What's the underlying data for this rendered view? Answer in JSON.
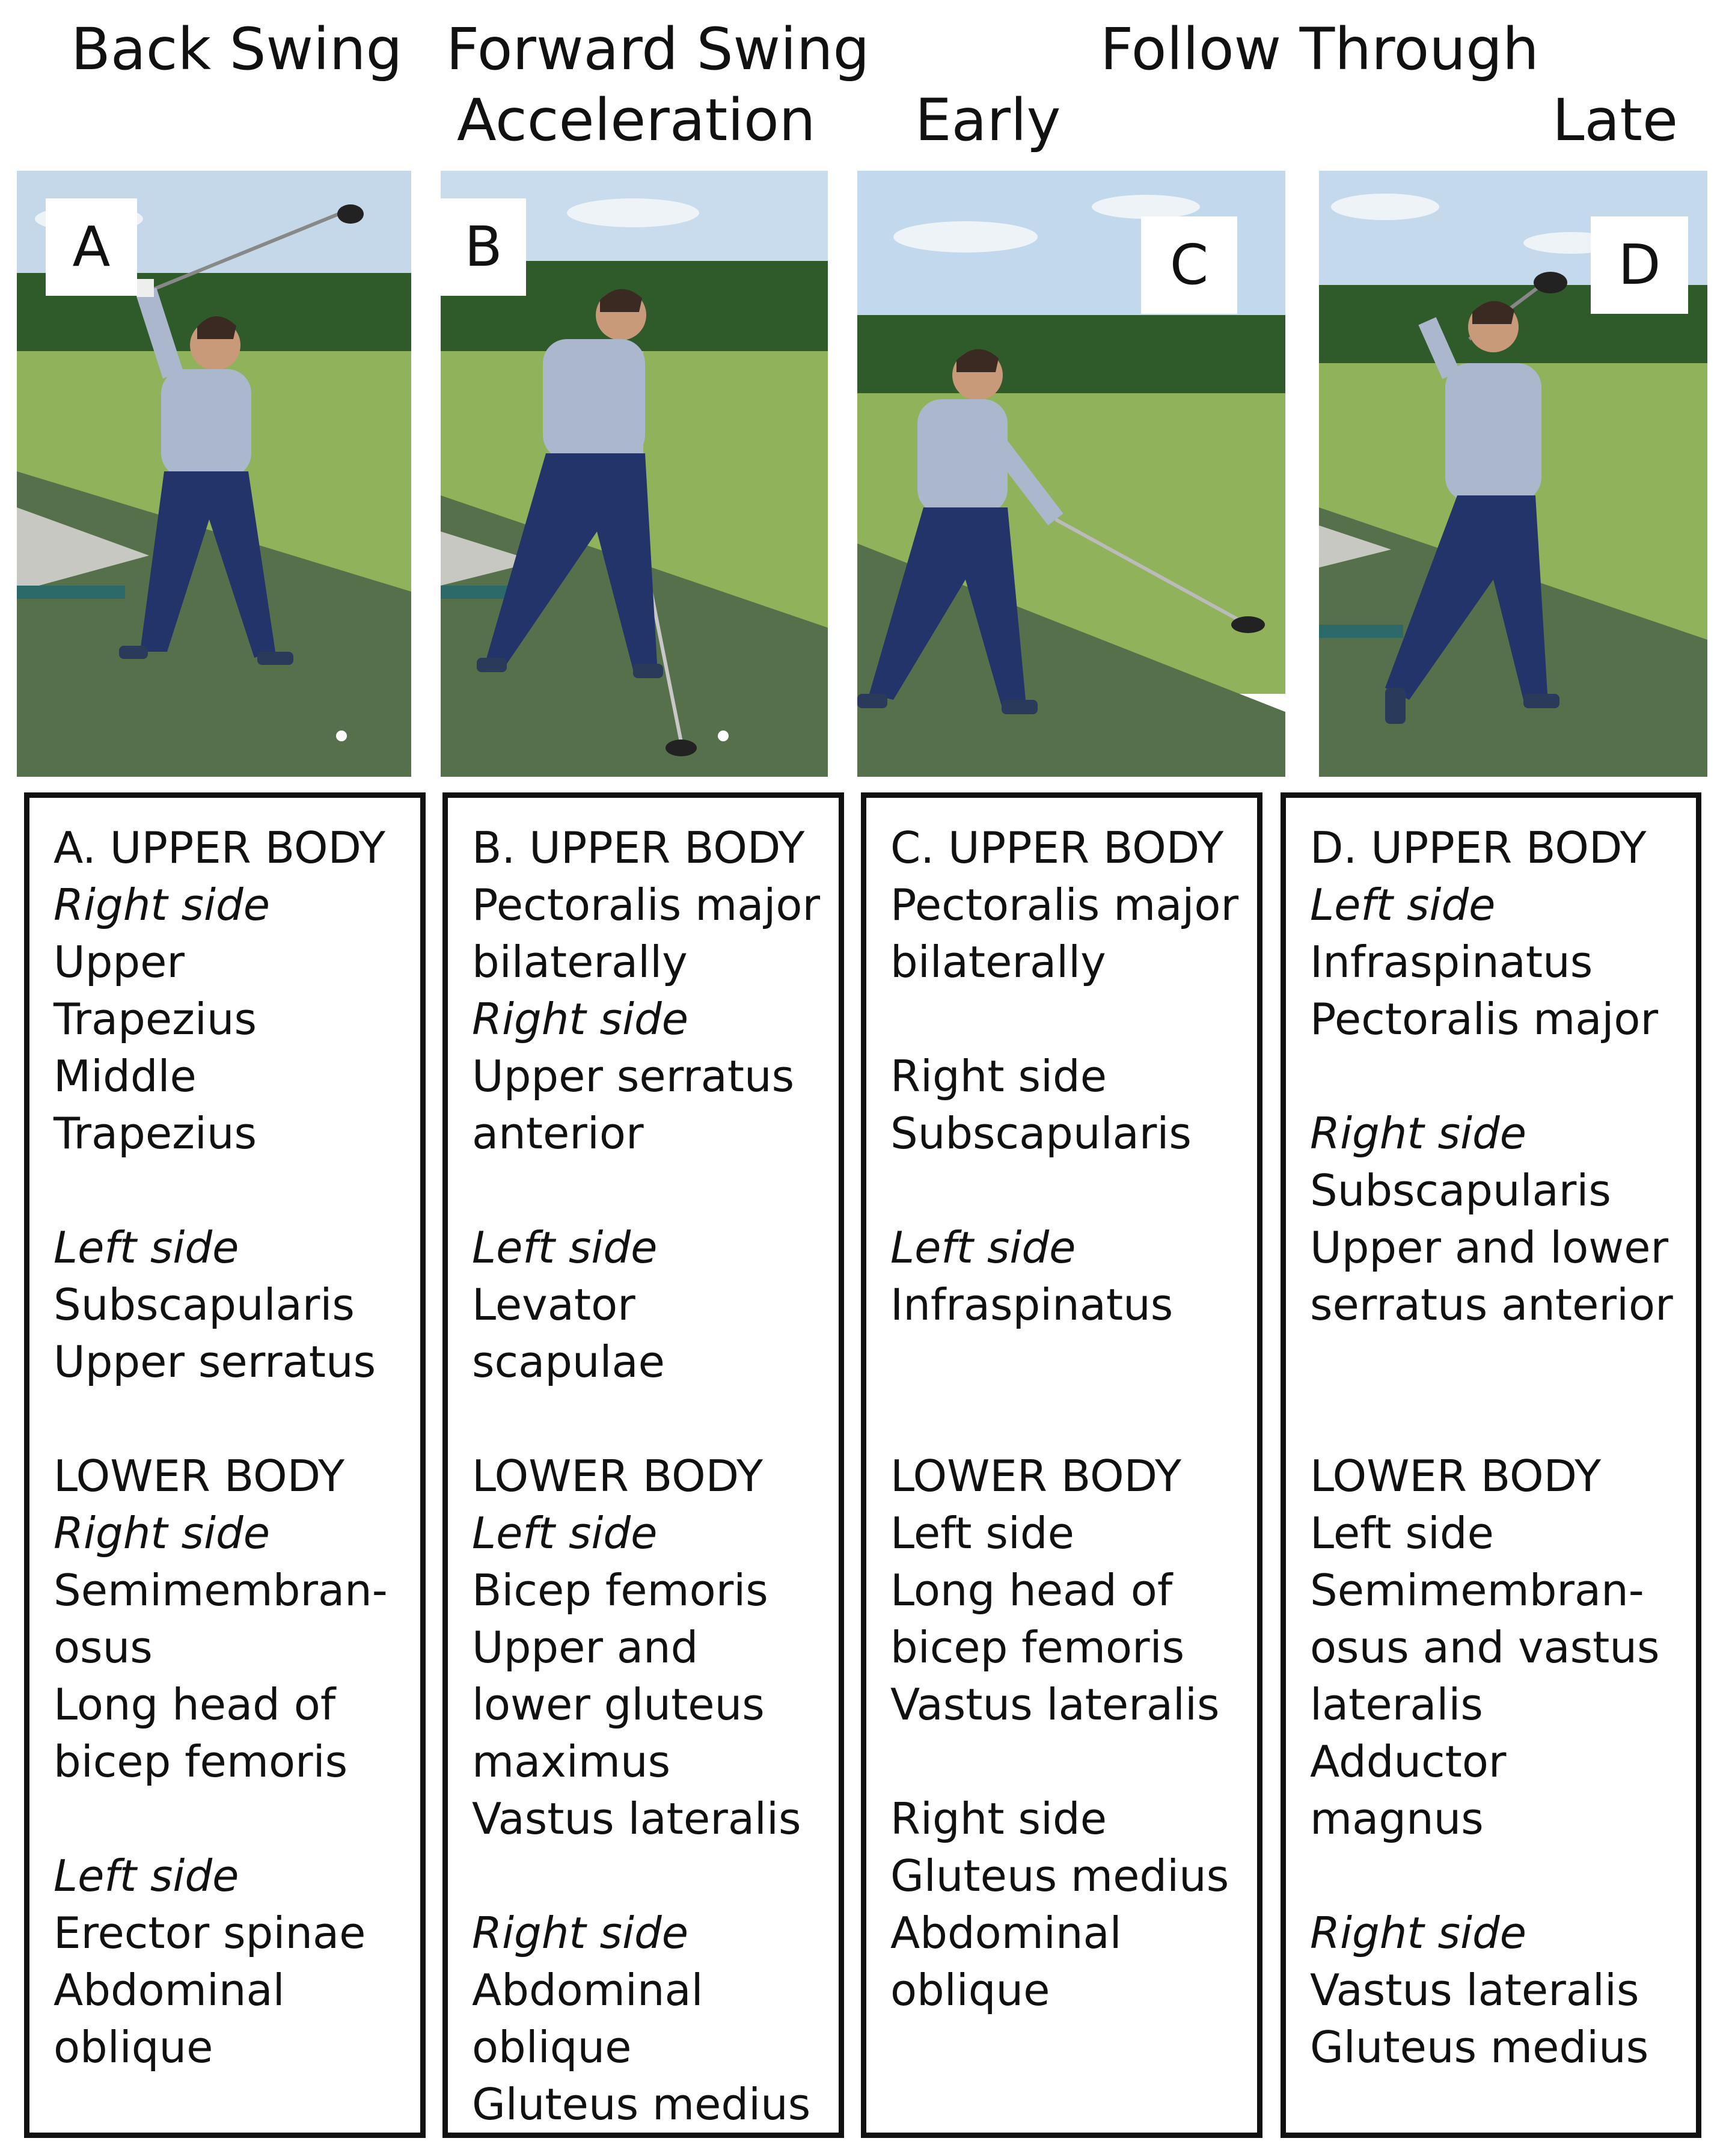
{
  "headers": {
    "back_swing": "Back Swing",
    "forward_swing": "Forward Swing",
    "acceleration": "Acceleration",
    "follow_through": "Follow Through",
    "early": "Early",
    "late": "Late"
  },
  "photos": {
    "a": {
      "tag": "A",
      "description": "golfer at top of back swing"
    },
    "b": {
      "tag": "B",
      "description": "golfer at ball impact"
    },
    "c": {
      "tag": "C",
      "description": "golfer in early follow through"
    },
    "d": {
      "tag": "D",
      "description": "golfer in late follow through"
    }
  },
  "panels": {
    "a": {
      "title": "A. UPPER BODY",
      "lines": [
        {
          "t": "Right side",
          "i": true
        },
        {
          "t": "Upper"
        },
        {
          "t": "Trapezius"
        },
        {
          "t": "Middle"
        },
        {
          "t": "Trapezius"
        },
        {
          "t": ""
        },
        {
          "t": "Left side",
          "i": true
        },
        {
          "t": "Subscapularis"
        },
        {
          "t": "Upper serratus"
        },
        {
          "t": ""
        },
        {
          "t": "LOWER BODY"
        },
        {
          "t": "Right side",
          "i": true
        },
        {
          "t": "Semimembran-"
        },
        {
          "t": "osus"
        },
        {
          "t": "Long head of"
        },
        {
          "t": "bicep femoris"
        },
        {
          "t": ""
        },
        {
          "t": "Left side",
          "i": true
        },
        {
          "t": "Erector spinae"
        },
        {
          "t": "Abdominal"
        },
        {
          "t": "oblique"
        }
      ]
    },
    "b": {
      "title": "B. UPPER BODY",
      "lines": [
        {
          "t": "Pectoralis major"
        },
        {
          "t": "bilaterally"
        },
        {
          "t": "Right side",
          "i": true
        },
        {
          "t": "Upper serratus"
        },
        {
          "t": "anterior"
        },
        {
          "t": ""
        },
        {
          "t": "Left side",
          "i": true
        },
        {
          "t": "Levator"
        },
        {
          "t": "scapulae"
        },
        {
          "t": ""
        },
        {
          "t": "LOWER BODY"
        },
        {
          "t": "Left side",
          "i": true
        },
        {
          "t": "Bicep femoris"
        },
        {
          "t": "Upper and"
        },
        {
          "t": "lower gluteus"
        },
        {
          "t": "maximus"
        },
        {
          "t": "Vastus lateralis"
        },
        {
          "t": ""
        },
        {
          "t": "Right side",
          "i": true
        },
        {
          "t": "Abdominal"
        },
        {
          "t": "oblique"
        },
        {
          "t": "Gluteus medius"
        }
      ]
    },
    "c": {
      "title": "C. UPPER BODY",
      "lines": [
        {
          "t": "Pectoralis major"
        },
        {
          "t": "bilaterally"
        },
        {
          "t": ""
        },
        {
          "t": "Right side"
        },
        {
          "t": "Subscapularis"
        },
        {
          "t": ""
        },
        {
          "t": "Left side",
          "i": true
        },
        {
          "t": "Infraspinatus"
        },
        {
          "t": ""
        },
        {
          "t": ""
        },
        {
          "t": "LOWER BODY"
        },
        {
          "t": "Left side"
        },
        {
          "t": "Long head of"
        },
        {
          "t": "bicep femoris"
        },
        {
          "t": "Vastus lateralis"
        },
        {
          "t": ""
        },
        {
          "t": "Right side"
        },
        {
          "t": "Gluteus medius"
        },
        {
          "t": "Abdominal"
        },
        {
          "t": "oblique"
        }
      ]
    },
    "d": {
      "title": "D. UPPER BODY",
      "lines": [
        {
          "t": "Left side",
          "i": true
        },
        {
          "t": "Infraspinatus"
        },
        {
          "t": "Pectoralis major"
        },
        {
          "t": ""
        },
        {
          "t": "Right side",
          "i": true
        },
        {
          "t": "Subscapularis"
        },
        {
          "t": "Upper and lower"
        },
        {
          "t": "serratus anterior"
        },
        {
          "t": ""
        },
        {
          "t": ""
        },
        {
          "t": "LOWER BODY"
        },
        {
          "t": "Left side"
        },
        {
          "t": "Semimembran-"
        },
        {
          "t": "osus and vastus"
        },
        {
          "t": "lateralis"
        },
        {
          "t": "Adductor"
        },
        {
          "t": "magnus"
        },
        {
          "t": ""
        },
        {
          "t": "Right side",
          "i": true
        },
        {
          "t": "Vastus lateralis"
        },
        {
          "t": "Gluteus medius"
        }
      ]
    }
  }
}
